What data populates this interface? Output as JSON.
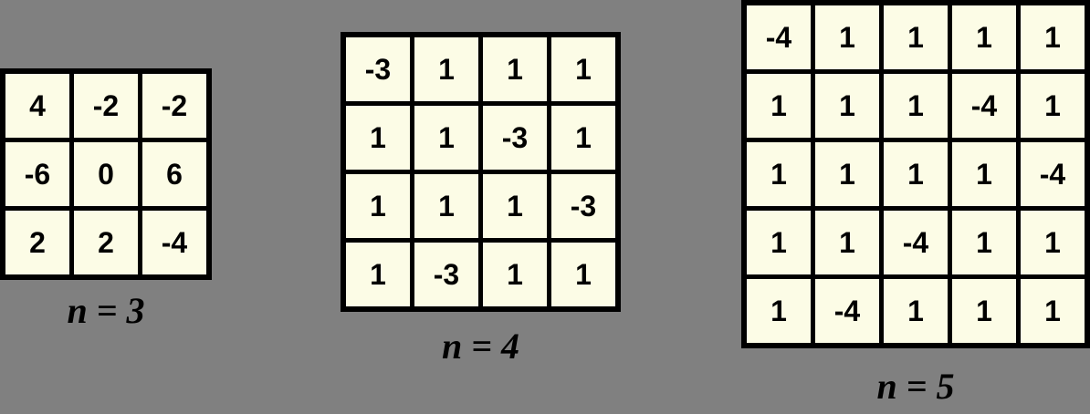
{
  "canvas": {
    "background_color": "#808080",
    "cell_color": "#FCFCE6",
    "border_color": "#000000",
    "text_color": "#000000"
  },
  "grids": [
    {
      "label": "n = 3",
      "size": 3,
      "rows": [
        [
          "4",
          "-2",
          "-2"
        ],
        [
          "-6",
          "0",
          "6"
        ],
        [
          "2",
          "2",
          "-4"
        ]
      ]
    },
    {
      "label": "n = 4",
      "size": 4,
      "rows": [
        [
          "-3",
          "1",
          "1",
          "1"
        ],
        [
          "1",
          "1",
          "-3",
          "1"
        ],
        [
          "1",
          "1",
          "1",
          "-3"
        ],
        [
          "1",
          "-3",
          "1",
          "1"
        ]
      ]
    },
    {
      "label": "n = 5",
      "size": 5,
      "rows": [
        [
          "-4",
          "1",
          "1",
          "1",
          "1"
        ],
        [
          "1",
          "1",
          "1",
          "-4",
          "1"
        ],
        [
          "1",
          "1",
          "1",
          "1",
          "-4"
        ],
        [
          "1",
          "1",
          "-4",
          "1",
          "1"
        ],
        [
          "1",
          "-4",
          "1",
          "1",
          "1"
        ]
      ]
    }
  ]
}
